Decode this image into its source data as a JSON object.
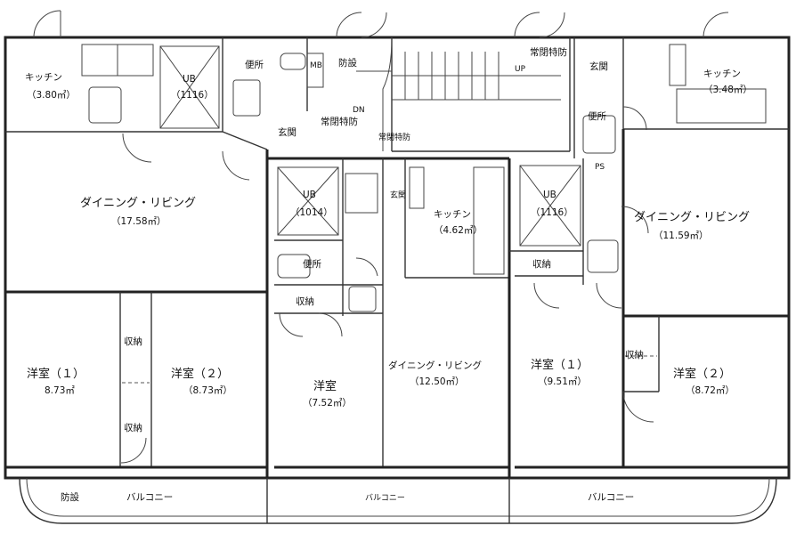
{
  "rooms": {
    "kitchen_left": {
      "name": "キッチン",
      "area": "（3.80㎡）"
    },
    "ub_left": {
      "name": "UB",
      "size": "（1116）"
    },
    "toilet_left": "便所",
    "mb": "MB",
    "bousetsu_top": "防設",
    "genkan_left": "玄関",
    "joheitokubo_left": "常閉特防",
    "dn": "DN",
    "joheitokubo_stair": "常閉特防",
    "up": "UP",
    "joheitokubo_right": "常閉特防",
    "genkan_right": "玄関",
    "kitchen_right": {
      "name": "キッチン",
      "area": "（3.48㎡）"
    },
    "toilet_right": "便所",
    "ps": "PS",
    "living_left": {
      "name": "ダイニング・リビング",
      "area": "（17.58㎡）"
    },
    "ub_center": {
      "name": "UB",
      "size": "（1014）"
    },
    "genkan_center": "玄関",
    "kitchen_center": {
      "name": "キッチン",
      "area": "（4.62㎡）"
    },
    "ub_right": {
      "name": "UB",
      "size": "（1116）"
    },
    "living_right": {
      "name": "ダイニング・リビング",
      "area": "（11.59㎡）"
    },
    "toilet_center": "便所",
    "shuno_center": "収納",
    "shuno_right": "収納",
    "shuno_left1": "収納",
    "shuno_left2": "収納",
    "shuno_right2": "収納",
    "yoshitsu1_left": {
      "name": "洋室（１）",
      "area": "8.73㎡"
    },
    "yoshitsu2_left": {
      "name": "洋室（２）",
      "area": "（8.73㎡）"
    },
    "yoshitsu_center": {
      "name": "洋室",
      "area": "（7.52㎡）"
    },
    "living_center": {
      "name": "ダイニング・リビング",
      "area": "（12.50㎡）"
    },
    "yoshitsu1_right": {
      "name": "洋室（１）",
      "area": "（9.51㎡）"
    },
    "yoshitsu2_right": {
      "name": "洋室（２）",
      "area": "（8.72㎡）"
    },
    "bousetsu_bottom": "防設",
    "balcony_left": "バルコニー",
    "balcony_center": "バルコニー",
    "balcony_right": "バルコニー"
  }
}
